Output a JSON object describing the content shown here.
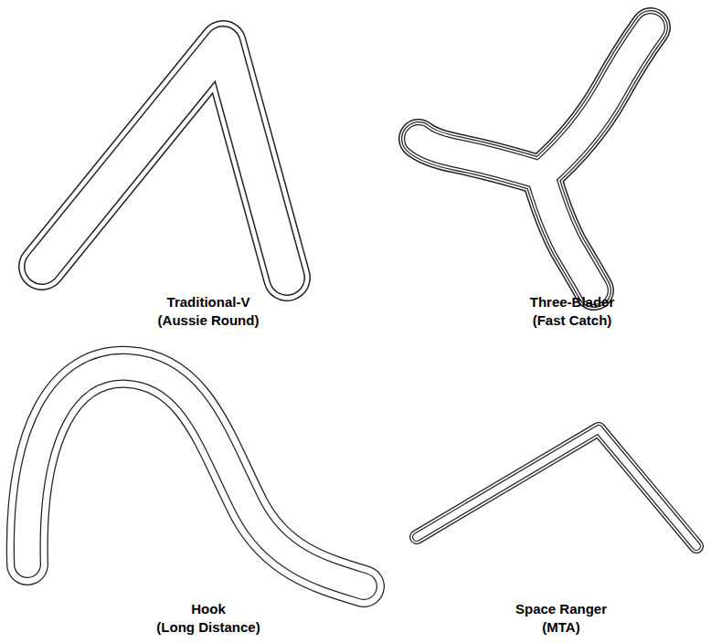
{
  "diagram": {
    "labels": [
      "Traditional-V",
      "(Aussie Round)",
      "Three-Blader",
      "(Fast Catch)",
      "Hook",
      "(Long Distance)",
      "Space Ranger",
      "(MTA)"
    ]
  }
}
